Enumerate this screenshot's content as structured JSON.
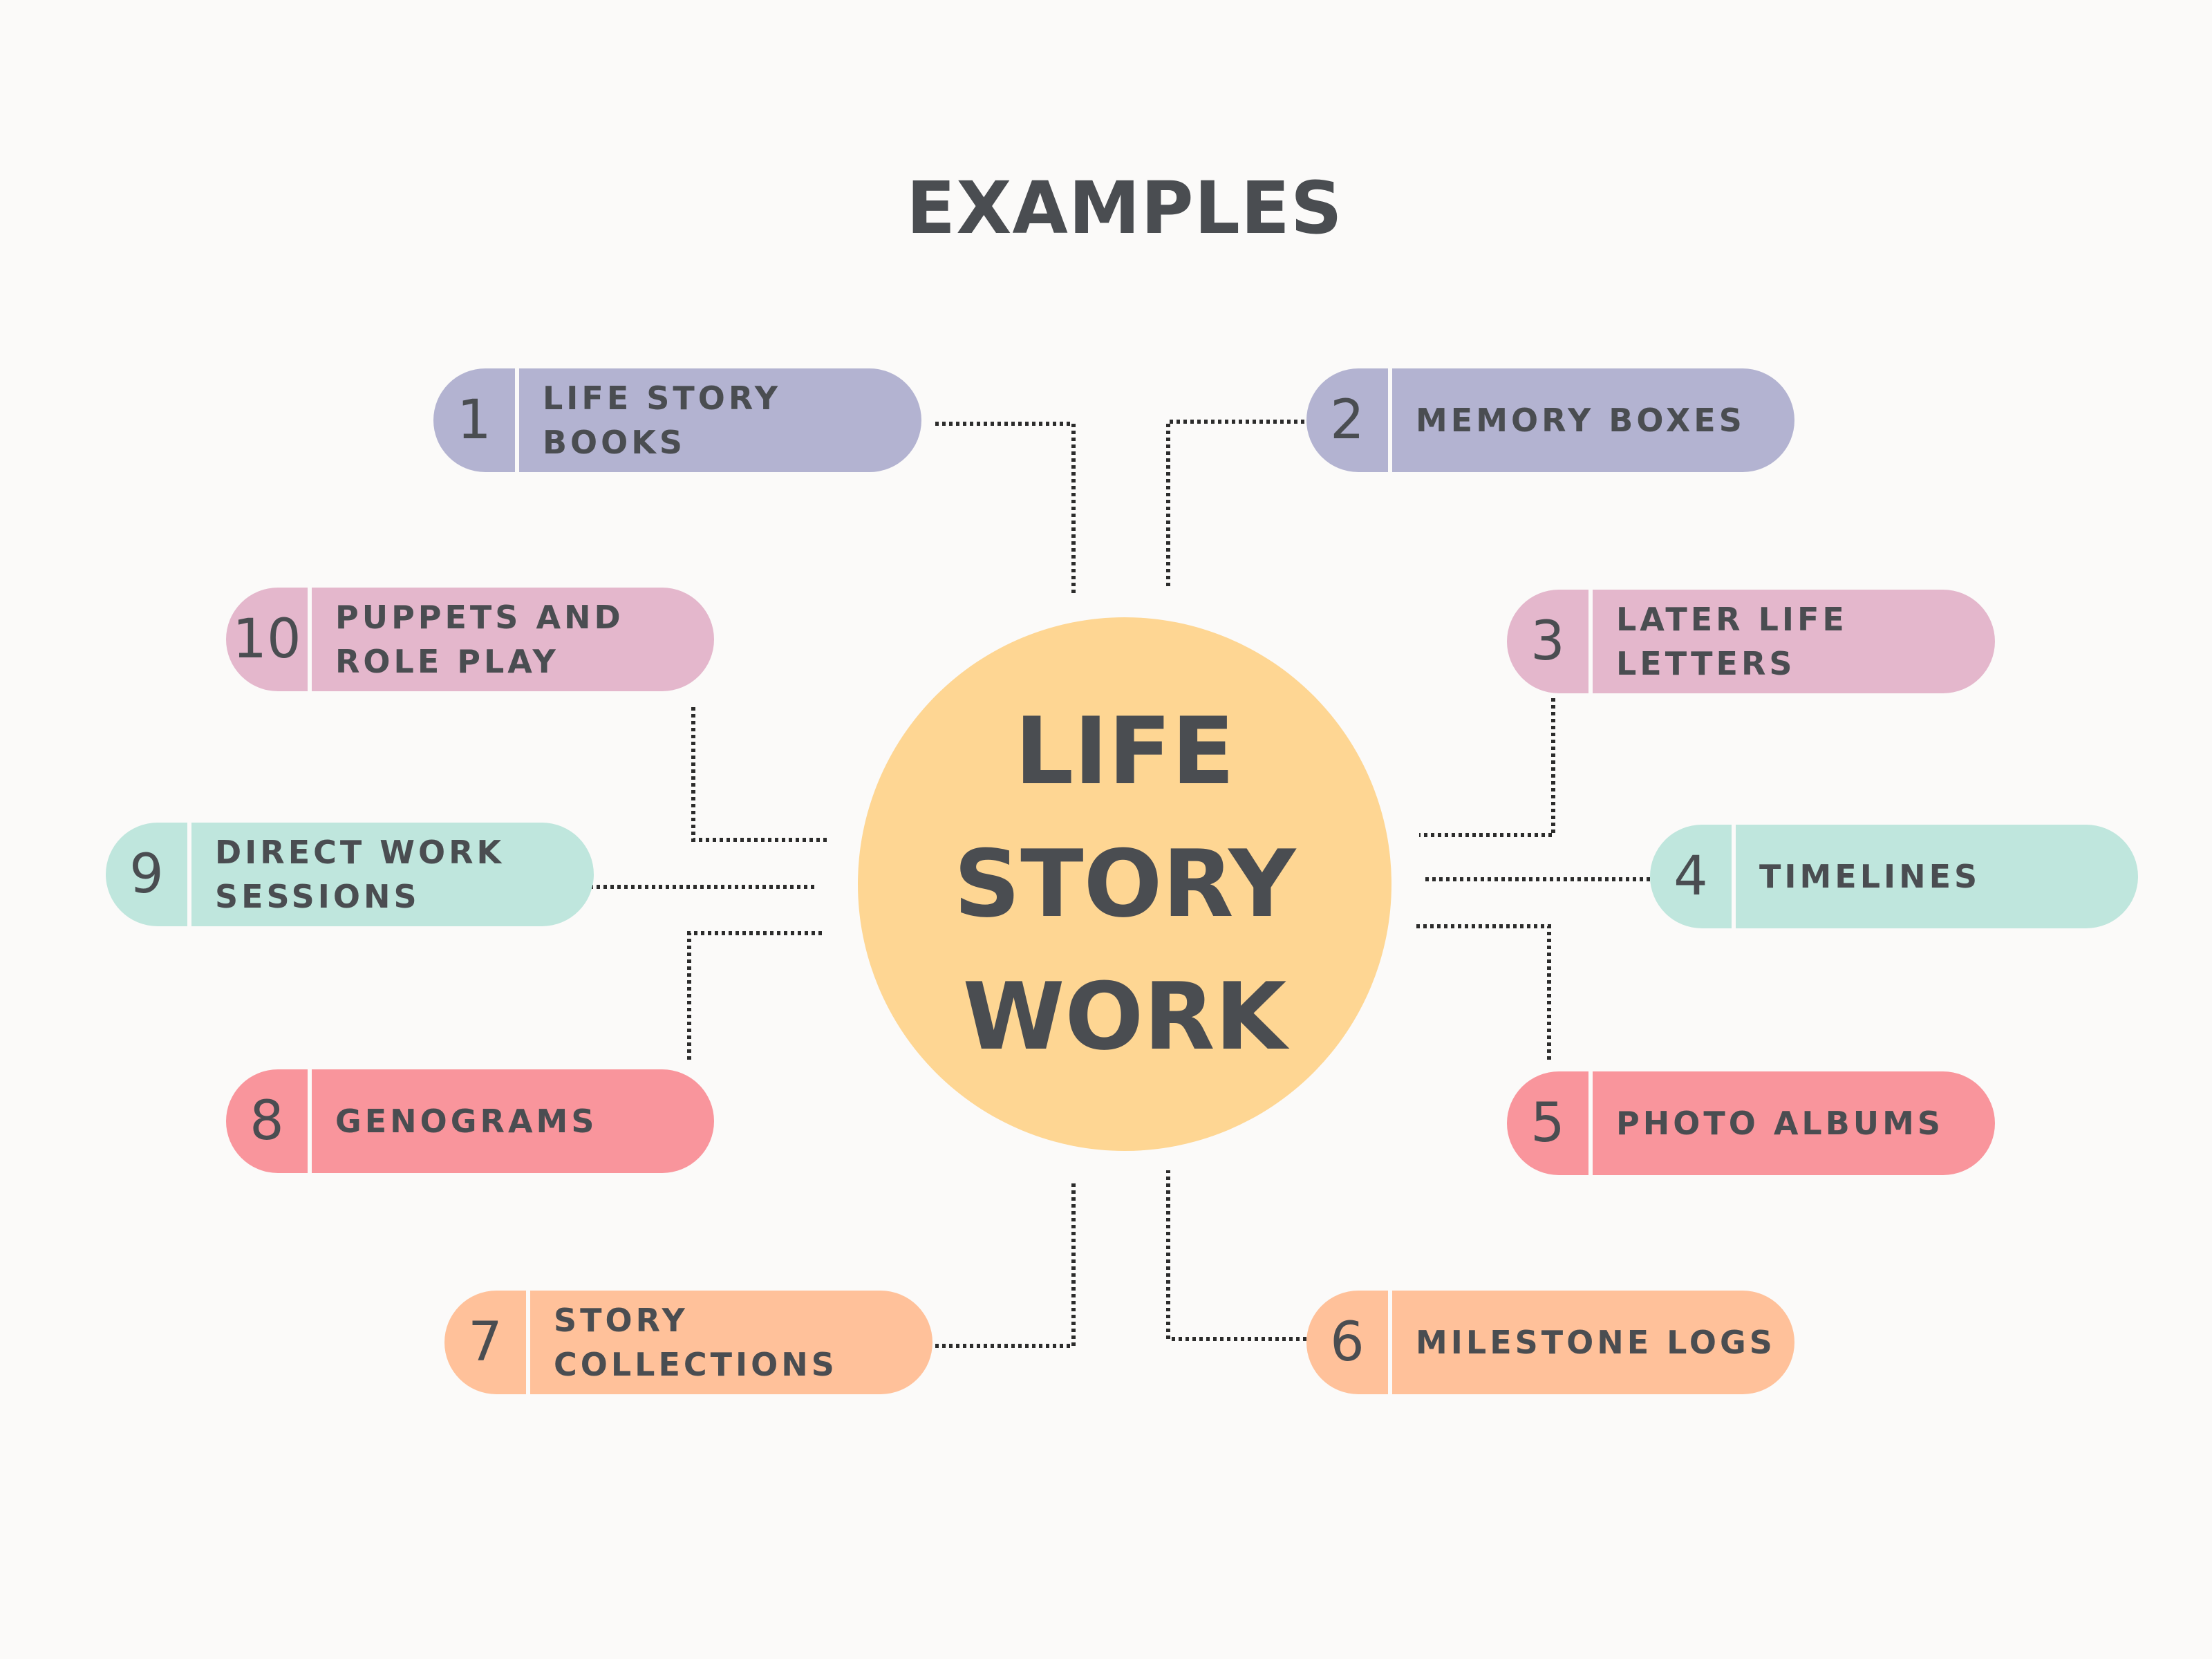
{
  "title": "EXAMPLES",
  "hub": {
    "lines": [
      "LIFE",
      "STORY",
      "WORK"
    ],
    "color": "#fed693"
  },
  "colors": {
    "lavender": "#b3b3d1",
    "pink": "#e4b7cc",
    "mint": "#bfe6dd",
    "coral": "#f9959c",
    "peach": "#ffc19a"
  },
  "items": [
    {
      "num": "1",
      "label": "LIFE STORY BOOKS",
      "color": "#b3b3d1"
    },
    {
      "num": "2",
      "label": "MEMORY BOXES",
      "color": "#b3b3d1"
    },
    {
      "num": "3",
      "label": "LATER LIFE LETTERS",
      "color": "#e4b7cc"
    },
    {
      "num": "4",
      "label": "TIMELINES",
      "color": "#bfe6dd"
    },
    {
      "num": "5",
      "label": "PHOTO ALBUMS",
      "color": "#f9959c"
    },
    {
      "num": "6",
      "label": "MILESTONE LOGS",
      "color": "#ffc19a"
    },
    {
      "num": "7",
      "label": "STORY COLLECTIONS",
      "color": "#ffc19a"
    },
    {
      "num": "8",
      "label": "GENOGRAMS",
      "color": "#f9959c"
    },
    {
      "num": "9",
      "label": "DIRECT WORK SESSIONS",
      "color": "#bfe6dd"
    },
    {
      "num": "10",
      "label": "PUPPETS AND ROLE PLAY",
      "color": "#e4b7cc"
    }
  ]
}
